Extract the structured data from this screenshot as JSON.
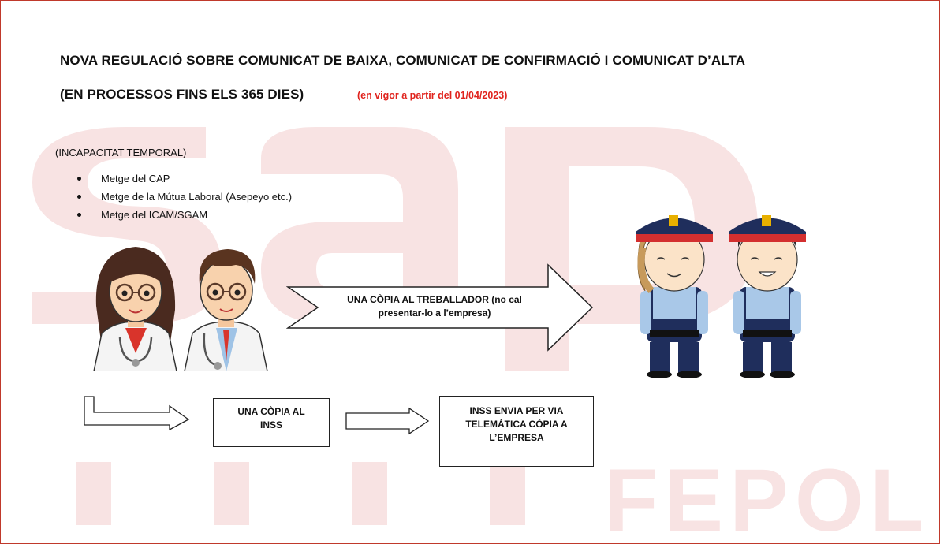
{
  "title": {
    "line1": "NOVA REGULACIÓ SOBRE COMUNICAT DE BAIXA, COMUNICAT DE CONFIRMACIÓ I COMUNICAT D’ALTA",
    "line2": "(EN PROCESSOS FINS ELS 365 DIES)",
    "effective": "(en vigor a partir del 01/04/2023)"
  },
  "section_label": "(INCAPACITAT TEMPORAL)",
  "doctors": [
    "Metge del CAP",
    "Metge de la Mútua Laboral (Asepeyo etc.)",
    "Metge del ICAM/SGAM"
  ],
  "flow": {
    "worker_arrow_line1": "UNA CÒPIA AL TREBALLADOR (no cal",
    "worker_arrow_line2": "presentar-lo a l’empresa)",
    "inss_box_line1": "UNA CÒPIA AL",
    "inss_box_line2": "INSS",
    "company_box_line1": "INSS ENVIA PER VIA",
    "company_box_line2": "TELEMÀTICA CÒPIA A",
    "company_box_line3": "L’EMPRESA"
  },
  "watermark": {
    "brand": "FEPOL"
  },
  "colors": {
    "accent_red": "#e0231d",
    "border_red": "#c0392b",
    "watermark": "#f7e1e1",
    "uniform_blue": "#1f2e5c",
    "shirt_blue": "#a9c8e8",
    "cap_red": "#d32f2f"
  }
}
